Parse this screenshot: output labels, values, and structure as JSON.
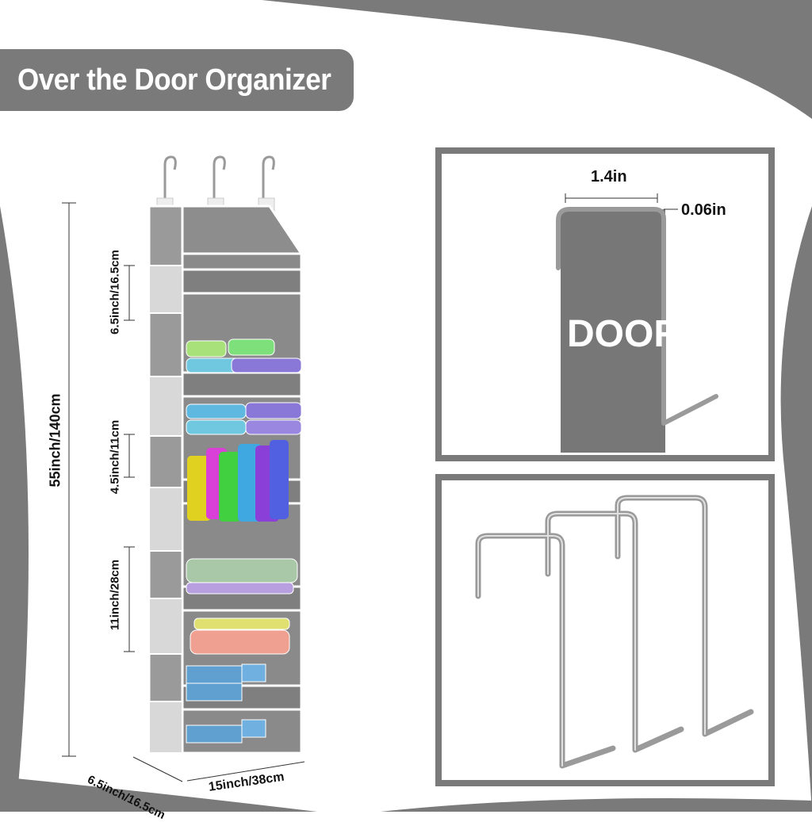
{
  "title": "Over the Door Organizer",
  "organizer": {
    "total_height": "55inch/140cm",
    "pocket_height_top": "6.5inch/16.5cm",
    "pocket_height_middle": "4.5inch/11cm",
    "pocket_height_bottom": "11inch/28cm",
    "depth": "6.5inch/16.5cm",
    "width": "15inch/38cm"
  },
  "hook_detail": {
    "width_label": "1.4in",
    "thickness_label": "0.06in",
    "door_label": "DOOR"
  },
  "colors": {
    "banner": "#7a7a7a",
    "panel_border": "#7a7a7a",
    "door": "#777777",
    "fabric": "#8d8d8d",
    "metal": "#9a9a9a"
  }
}
